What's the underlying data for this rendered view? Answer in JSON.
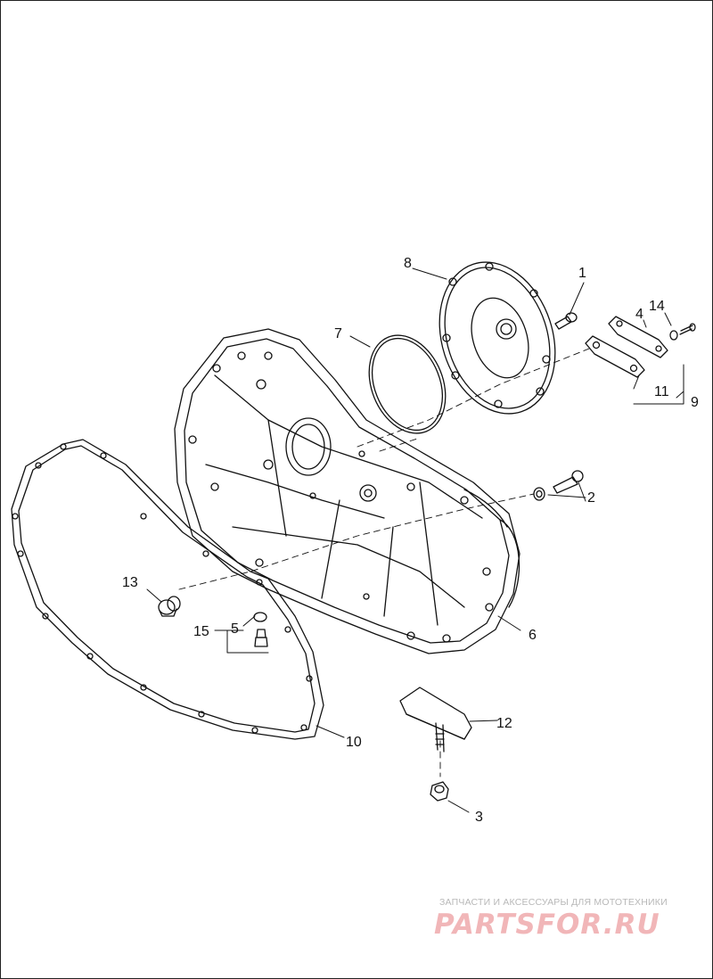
{
  "callouts": {
    "c1": "1",
    "c2": "2",
    "c3": "3",
    "c4": "4",
    "c5": "5",
    "c6": "6",
    "c7": "7",
    "c8": "8",
    "c9": "9",
    "c10": "10",
    "c11": "11",
    "c12": "12",
    "c13": "13",
    "c14": "14",
    "c15": "15"
  },
  "watermark": {
    "tagline": "ЗАПЧАСТИ И АКСЕССУАРЫ ДЛЯ МОТОТЕХНИКИ",
    "brand": "PARTSFOR.RU",
    "brand_color": "#e8868a"
  }
}
